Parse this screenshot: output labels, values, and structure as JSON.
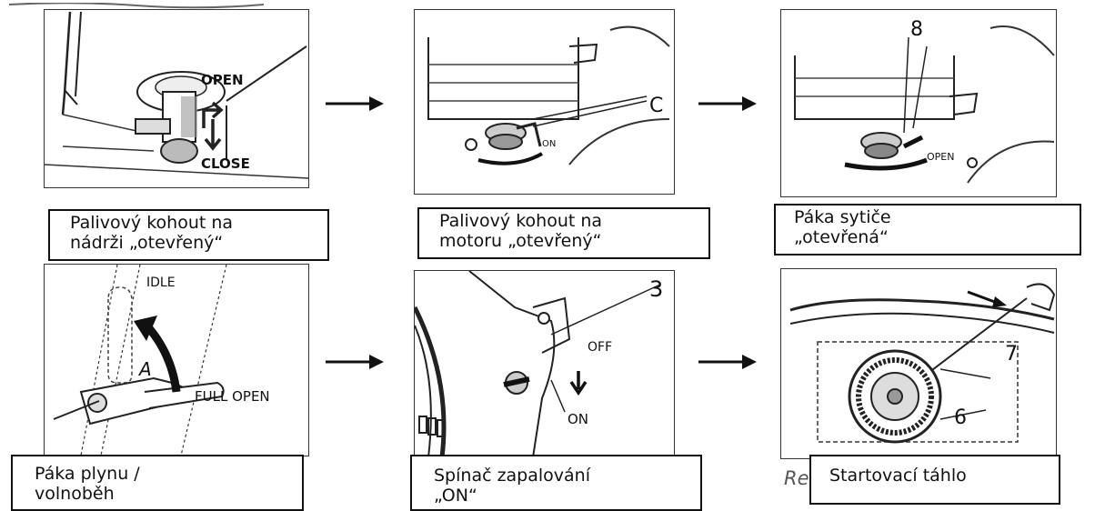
{
  "panels": [
    {
      "id": "fuel-tank-valve",
      "labels": [
        "OPEN",
        "CLOSE"
      ],
      "caption": [
        "Palivový kohout na",
        "nádrži „otevřený“"
      ]
    },
    {
      "id": "engine-fuel-valve",
      "labels": [
        "C",
        "ON"
      ],
      "caption": [
        "Palivový kohout na",
        "motoru „otevřený“"
      ]
    },
    {
      "id": "choke-lever",
      "labels": [
        "8",
        "OPEN"
      ],
      "caption": [
        "Páka sytiče",
        "„otevřená“"
      ]
    },
    {
      "id": "throttle-lever",
      "labels": [
        "IDLE",
        "A",
        "FULL OPEN"
      ],
      "caption": [
        "Páka plynu /",
        "volnoběh"
      ]
    },
    {
      "id": "ignition-switch",
      "labels": [
        "3",
        "OFF",
        "ON"
      ],
      "caption": [
        "Spínač zapalování",
        "„ON“"
      ]
    },
    {
      "id": "starter-cord",
      "labels": [
        "7",
        "6"
      ],
      "caption": [
        "Startovací táhlo"
      ]
    }
  ],
  "stray_text": {
    "row2_right": "Re"
  }
}
